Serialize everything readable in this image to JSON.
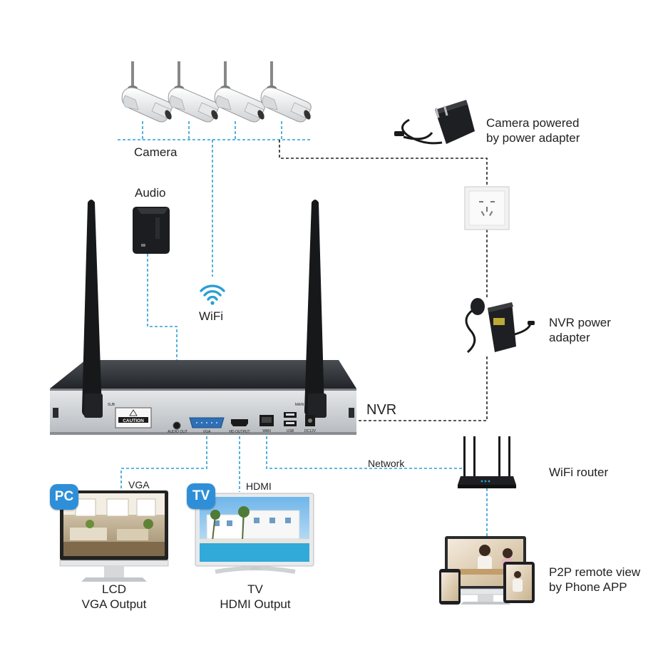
{
  "labels": {
    "camera": "Camera",
    "camera_power": [
      "Camera powered",
      "by power adapter"
    ],
    "audio": "Audio",
    "wifi": "WiFi",
    "nvr_power": [
      "NVR power",
      "adapter"
    ],
    "nvr": "NVR",
    "network": "Network",
    "wifi_router": "WiFi router",
    "vga": "VGA",
    "hdmi": "HDMI",
    "pc_badge": "PC",
    "tv_badge": "TV",
    "lcd": [
      "LCD",
      "VGA Output"
    ],
    "tv": [
      "TV",
      "HDMI Output"
    ],
    "p2p": [
      "P2P remote view",
      "by Phone APP"
    ]
  },
  "nvr_panel": {
    "caution": "CAUTION",
    "ports": [
      "AUDIO OUT",
      "VGA",
      "HD OUTPUT",
      "WAN",
      "USB",
      "DC12V"
    ],
    "antenna_marks": [
      "SUB",
      "MAIN"
    ]
  },
  "colors": {
    "wifi_line": "#2a9fd6",
    "power_line": "#222222",
    "badge": "#2e8fd8",
    "device_dark": "#1e1f22"
  }
}
